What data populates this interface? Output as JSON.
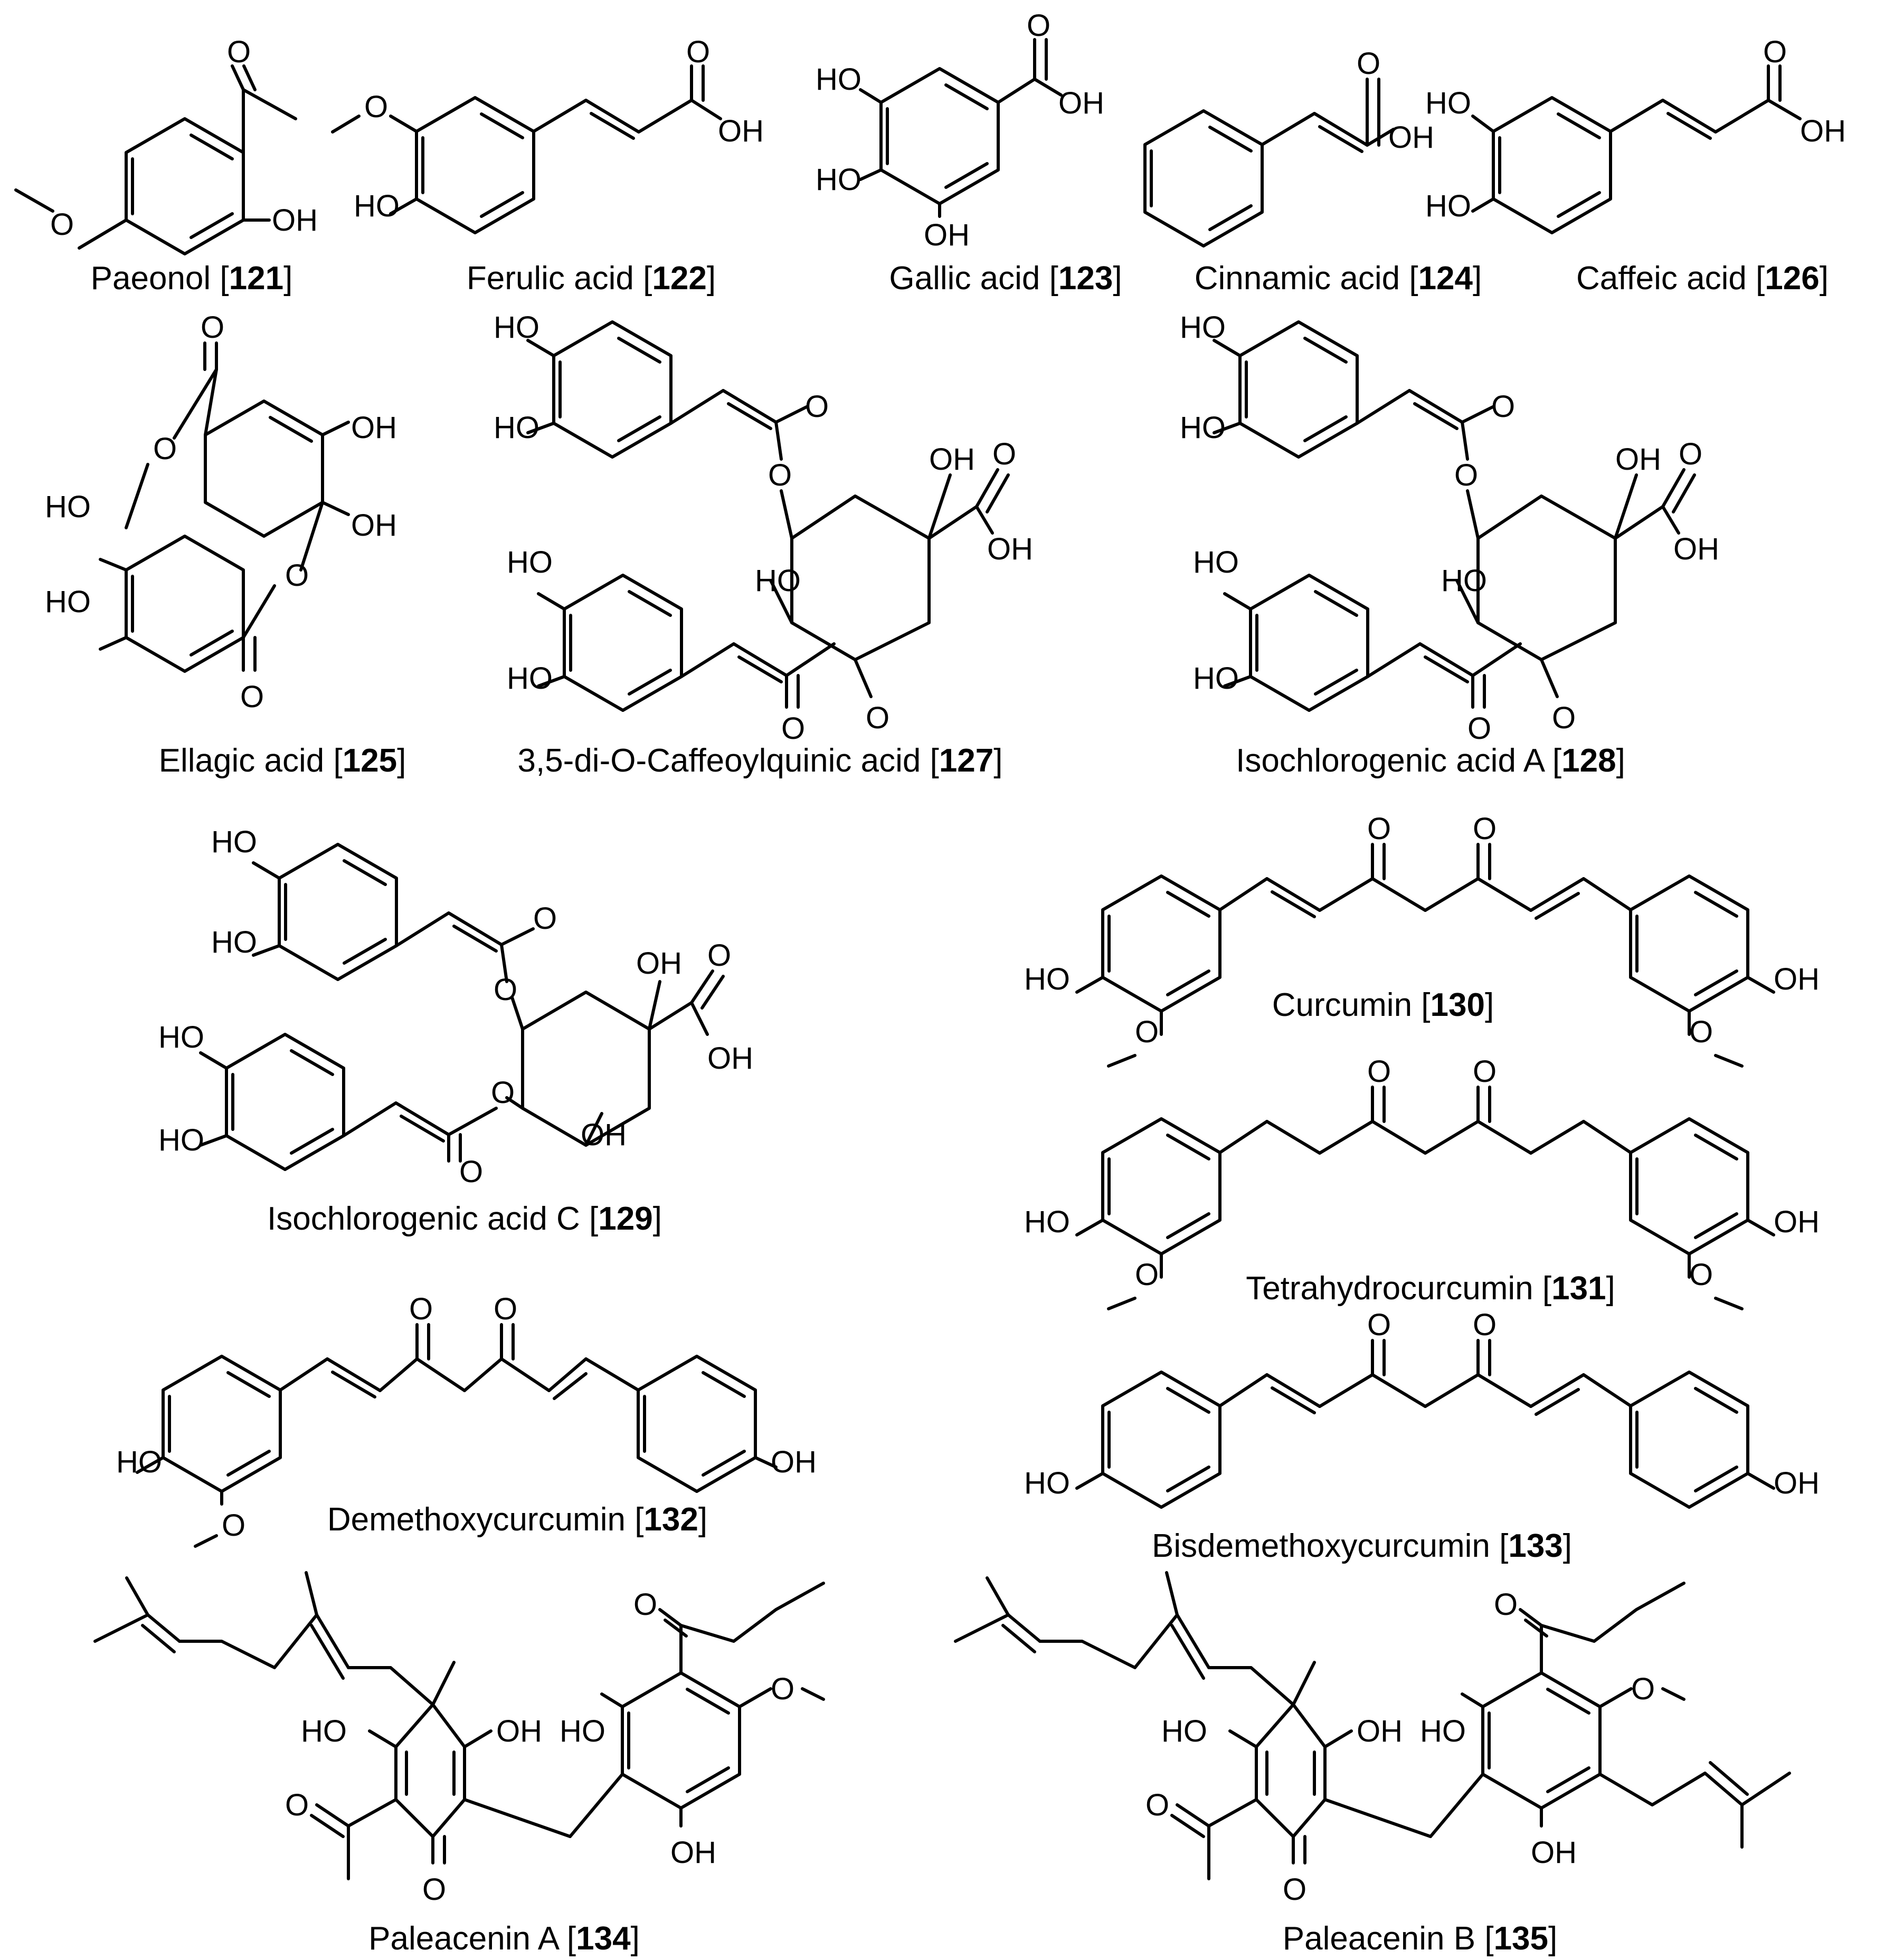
{
  "compounds": [
    {
      "name": "Paeonol",
      "number": "121"
    },
    {
      "name": "Ferulic acid",
      "number": "122"
    },
    {
      "name": "Gallic acid",
      "number": "123"
    },
    {
      "name": "Cinnamic acid",
      "number": "124"
    },
    {
      "name": "Caffeic acid",
      "number": "126"
    },
    {
      "name": "Ellagic acid",
      "number": "125"
    },
    {
      "name": "3,5-di-O-Caffeoylquinic acid",
      "number": "127"
    },
    {
      "name": "Isochlorogenic acid A",
      "number": "128"
    },
    {
      "name": "Isochlorogenic acid C",
      "number": "129"
    },
    {
      "name": "Curcumin",
      "number": "130"
    },
    {
      "name": "Tetrahydrocurcumin",
      "number": "131"
    },
    {
      "name": "Demethoxycurcumin",
      "number": "132"
    },
    {
      "name": "Bisdemethoxycurcumin",
      "number": "133"
    },
    {
      "name": "Paleacenin A",
      "number": "134"
    },
    {
      "name": "Paleacenin B",
      "number": "135"
    }
  ],
  "atoms": {
    "oxygen": "O",
    "hydroxyl_right": "OH",
    "hydroxyl_left": "HO"
  }
}
